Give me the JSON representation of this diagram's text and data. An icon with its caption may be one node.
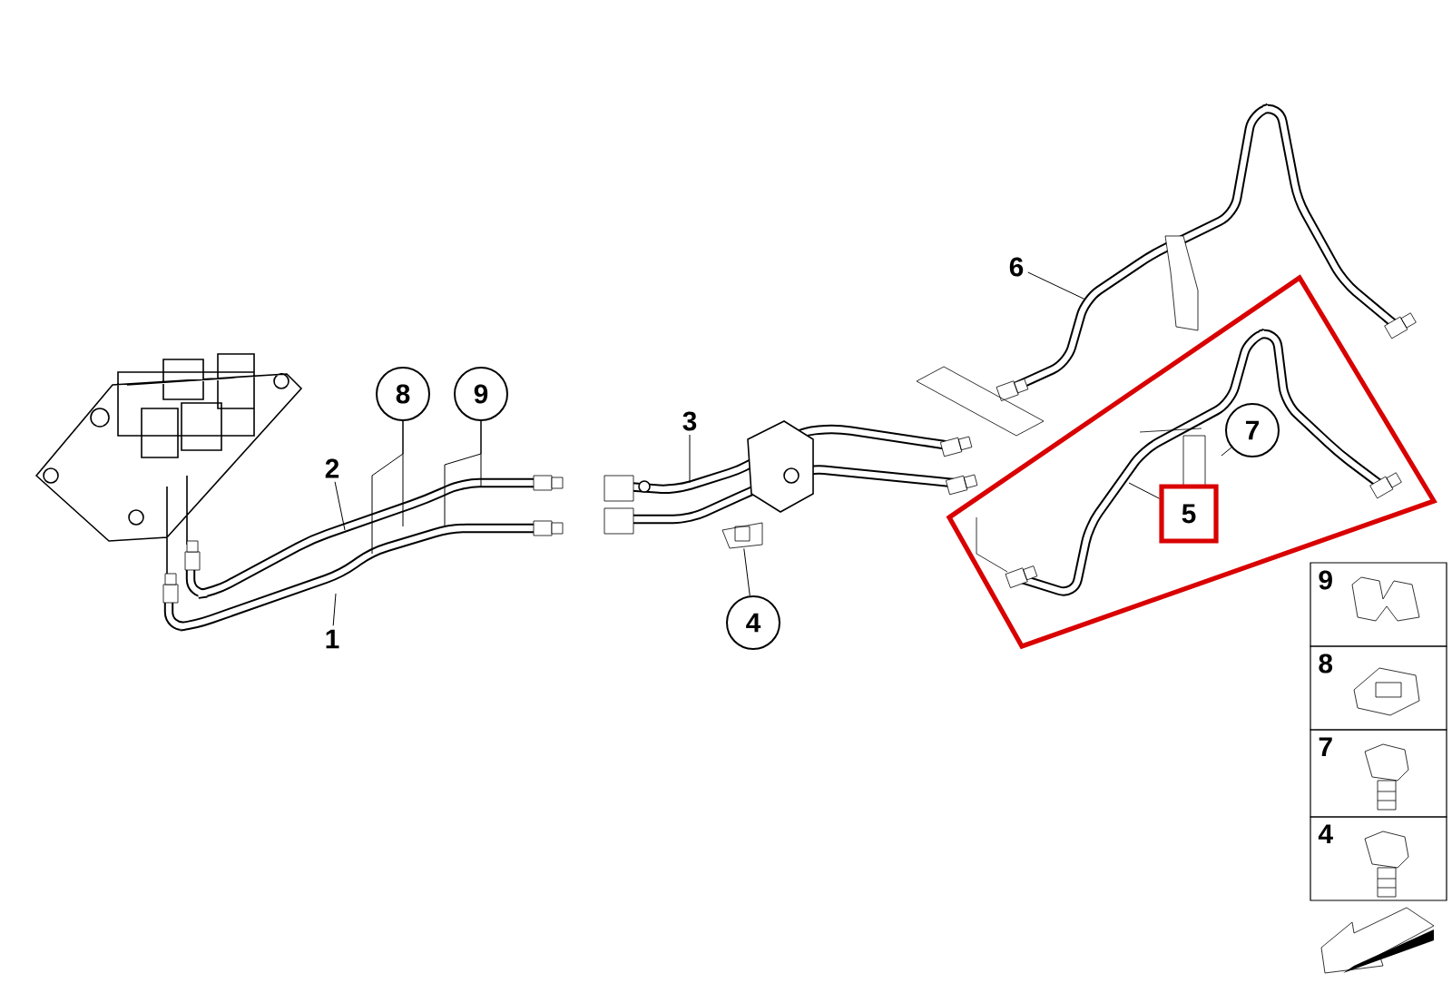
{
  "diagram": {
    "nodes": [
      {
        "text": [
          "1"
        ]
      },
      {
        "text": [
          "2"
        ]
      },
      {
        "text": [
          "8"
        ]
      },
      {
        "text": [
          "9"
        ]
      },
      {
        "text": [
          "3"
        ]
      },
      {
        "text": [
          "4"
        ]
      },
      {
        "text": [
          "6"
        ]
      },
      {
        "text": [
          "7"
        ]
      },
      {
        "text": [
          "5"
        ]
      },
      {
        "text": [],
        "shape": "picture"
      }
    ],
    "edges": [
      {
        "from": 0,
        "to": null,
        "arrow": "none"
      },
      {
        "from": 1,
        "to": null,
        "arrow": "none"
      },
      {
        "from": 2,
        "to": null,
        "arrow": "none"
      },
      {
        "from": 2,
        "to": null,
        "arrow": "none"
      },
      {
        "from": 3,
        "to": null,
        "arrow": "none"
      },
      {
        "from": 3,
        "to": null,
        "arrow": "none"
      },
      {
        "from": 4,
        "to": null,
        "arrow": "none"
      },
      {
        "from": 5,
        "to": 9,
        "arrow": "none"
      },
      {
        "from": 6,
        "to": null,
        "arrow": "none"
      },
      {
        "from": 7,
        "to": null,
        "arrow": "none"
      },
      {
        "from": 8,
        "to": null,
        "arrow": "none"
      }
    ],
    "labels": [
      "9",
      "8",
      "7",
      "4"
    ]
  }
}
